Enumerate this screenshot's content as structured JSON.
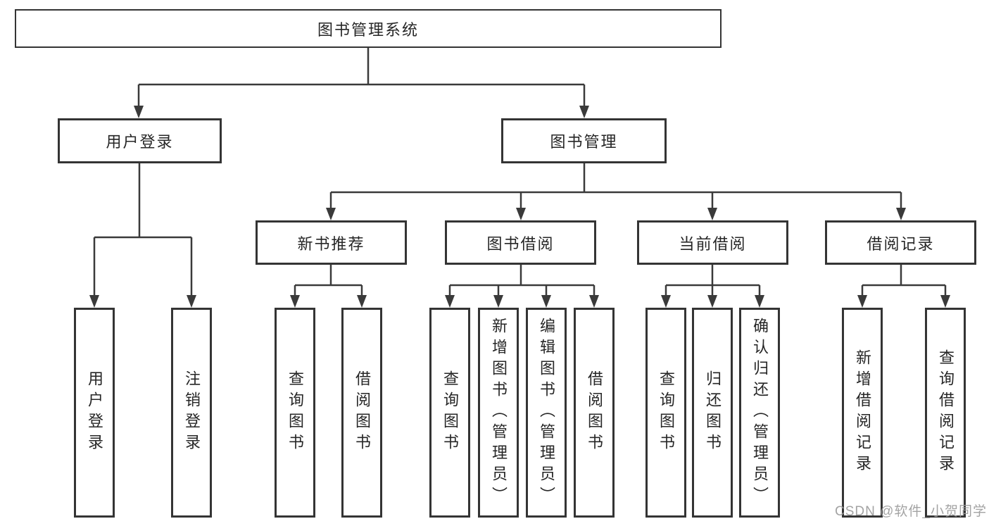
{
  "diagram": {
    "title": "图书管理系统",
    "level2": [
      {
        "label": "用户登录"
      },
      {
        "label": "图书管理"
      }
    ],
    "level3": [
      {
        "label": "新书推荐",
        "parent": "图书管理"
      },
      {
        "label": "图书借阅",
        "parent": "图书管理"
      },
      {
        "label": "当前借阅",
        "parent": "图书管理"
      },
      {
        "label": "借阅记录",
        "parent": "图书管理"
      }
    ],
    "leaves": [
      {
        "label": "用户登录",
        "parent": "用户登录"
      },
      {
        "label": "注销登录",
        "parent": "用户登录"
      },
      {
        "label": "查询图书",
        "parent": "新书推荐"
      },
      {
        "label": "借阅图书",
        "parent": "新书推荐"
      },
      {
        "label": "查询图书",
        "parent": "图书借阅"
      },
      {
        "label": "新增图书（管理员）",
        "parent": "图书借阅"
      },
      {
        "label": "编辑图书（管理员）",
        "parent": "图书借阅"
      },
      {
        "label": "借阅图书",
        "parent": "图书借阅"
      },
      {
        "label": "查询图书",
        "parent": "当前借阅"
      },
      {
        "label": "归还图书",
        "parent": "当前借阅"
      },
      {
        "label": "确认归还（管理员）",
        "parent": "当前借阅"
      },
      {
        "label": "新增借阅记录",
        "parent": "借阅记录"
      },
      {
        "label": "查询借阅记录",
        "parent": "借阅记录"
      }
    ],
    "watermark": "CSDN @软件_小贺同学",
    "colors": {
      "line": "#3a3a3a",
      "box_border": "#343434",
      "text": "#262626",
      "watermark": "#9c9c9c",
      "background": "#ffffff"
    }
  }
}
